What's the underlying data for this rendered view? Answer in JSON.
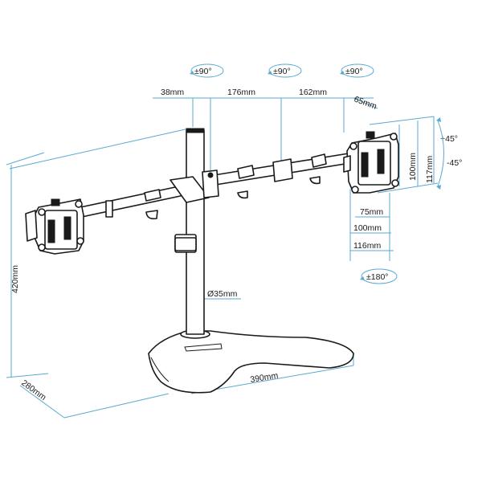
{
  "dimensions": {
    "rotation_left": "±90°",
    "rotation_mid": "±90°",
    "rotation_right": "±90°",
    "arm_seg_1": "38mm",
    "arm_seg_2": "176mm",
    "arm_seg_3": "162mm",
    "arm_seg_4": "65mm",
    "tilt_up": "+45°",
    "tilt_down": "-45°",
    "vesa_h_75": "75mm",
    "vesa_h_100": "100mm",
    "vesa_h_117": "117mm",
    "vesa_w_75": "75mm",
    "vesa_w_100": "100mm",
    "vesa_w_116": "116mm",
    "swivel": "±180°",
    "pole_diameter": "Ø35mm",
    "height": "420mm",
    "base_depth": "280mm",
    "base_width": "390mm"
  },
  "colors": {
    "dimension_line": "#5aa9d0",
    "outline": "#1a1a1a"
  },
  "icons": [
    "rotation-arrow-icon",
    "swivel-arrow-icon"
  ]
}
